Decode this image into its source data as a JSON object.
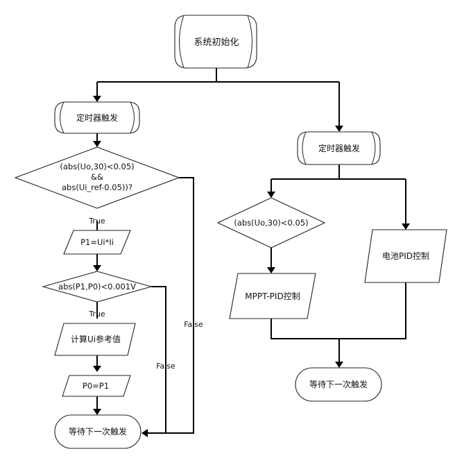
{
  "flowchart": {
    "start": "系统初始化",
    "left": {
      "timer": "定时器触发",
      "cond1_line1": "(abs(Uo,30)<0.05)",
      "cond1_line2": "&&",
      "cond1_line3": "abs(Ui_ref-0.05))?",
      "true1": "True",
      "power": "P1=Ui*Ii",
      "cond2": "abs(P1,P0)<0.001V",
      "true2": "True",
      "compute": "计算Ui参考值",
      "update": "P0=P1",
      "wait": "等待下一次触发",
      "false_inner": "False",
      "false_outer": "False"
    },
    "right": {
      "timer": "定时器触发",
      "cond": "(abs(Uo,30)<0.05)",
      "mppt": "MPPT-PID控制",
      "battery": "电池PID控制",
      "wait": "等待下一次触发"
    }
  }
}
